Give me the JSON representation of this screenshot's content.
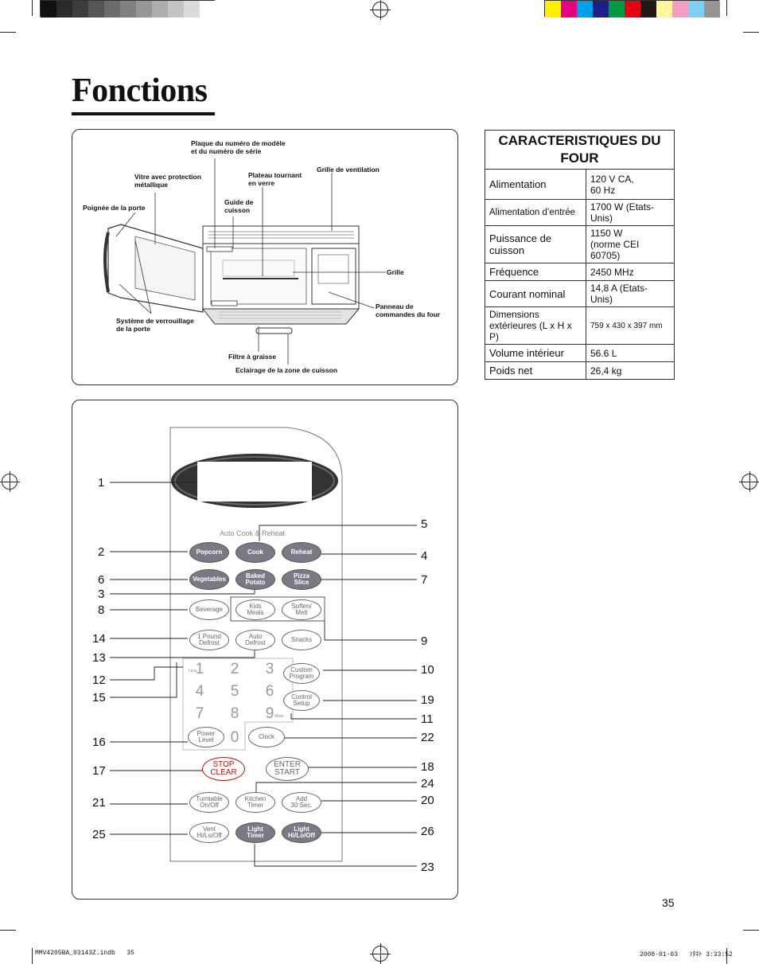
{
  "page": {
    "title": "Fonctions",
    "number": "35",
    "footer_left": "MMV4205BA_03143Z.indb   35",
    "footer_right": "2008-01-03   ｿﾀﾈﾄ 3:33:52"
  },
  "colors": {
    "gray_bar": [
      "#111111",
      "#2a2a2a",
      "#3d3d3d",
      "#555555",
      "#6b6b6b",
      "#818181",
      "#979797",
      "#adadad",
      "#c3c3c3",
      "#dadada",
      "#ffffff"
    ],
    "color_bar": [
      "#ffef00",
      "#e4007f",
      "#00a0e9",
      "#1d2088",
      "#009944",
      "#e60012",
      "#231815",
      "#fff799",
      "#f19ec2",
      "#7fcef4",
      "#959595"
    ]
  },
  "oven_diagram": {
    "labels": {
      "model_plate": "Plaque du numéro de modèle\net du numéro de série",
      "window": "Vitre avec protection\nmétallique",
      "turntable": "Plateau tournant\nen verre",
      "vent_grille": "Grille de ventilation",
      "door_handle": "Poignée de la porte",
      "cooking_guide": "Guide de\ncuisson",
      "rack": "Grille",
      "control_panel": "Panneau de\ncommandes du four",
      "door_lock": "Système de verrouillage\nde la porte",
      "grease_filter": "Filtre à graisse",
      "cooktop_light": "Eclairage de la zone de cuisson"
    }
  },
  "specs": {
    "header": "CARACTERISTIQUES DU\nFOUR",
    "rows": [
      {
        "key": "Alimentation",
        "value": "120 V CA,\n60 Hz"
      },
      {
        "key": "Alimentation d’entrée",
        "value": "1700 W (Etats-Unis)"
      },
      {
        "key": "Puissance de\ncuisson",
        "value": "1150 W\n(norme CEI 60705)"
      },
      {
        "key": "Fréquence",
        "value": "2450 MHz"
      },
      {
        "key": "Courant nominal",
        "value": "14,8 A (Etats-Unis)"
      },
      {
        "key": "Dimensions\nextérieures (L x H x P)",
        "value": "759 x 430 x 397 mm"
      },
      {
        "key": "Volume intérieur",
        "value": "56.6 L"
      },
      {
        "key": "Poids net",
        "value": "26,4 kg"
      }
    ]
  },
  "control_panel": {
    "section_label": "Auto Cook & Reheat",
    "buttons": {
      "popcorn": "Popcorn",
      "cook": "Cook",
      "reheat": "Reheat",
      "vegetables": "Vegetables",
      "baked_potato": "Baked\nPotato",
      "pizza_slice": "Pizza\nSlice",
      "beverage": "Beverage",
      "kids_meals": "Kids\nMeals",
      "soften_melt": "Soften/\nMelt",
      "pound_defrost": "1 Pound\nDefrost",
      "auto_defrost": "Auto\nDefrost",
      "snacks": "Snacks",
      "custom_program": "Custom\nProgram",
      "control_setup": "Control\nSetup",
      "power_level": "Power\nLevel",
      "clock": "Clock",
      "stop_clear": "STOP\nCLEAR",
      "enter_start": "ENTER\nSTART",
      "turntable": "Turntable\nOn/Off",
      "kitchen_timer": "Kitchen\nTimer",
      "add_30": "Add\n30 Sec.",
      "vent": "Vent\nHi/Lo/Off",
      "light_timer": "Light\nTimer",
      "light": "Light\nHi/Lo/Off"
    },
    "keypad": [
      "1",
      "2",
      "3",
      "4",
      "5",
      "6",
      "7",
      "8",
      "9",
      "0"
    ],
    "less": "Less",
    "more": "More",
    "callouts_left": [
      "1",
      "2",
      "6",
      "3",
      "8",
      "14",
      "13",
      "12",
      "15",
      "16",
      "17",
      "21",
      "25"
    ],
    "callouts_right": [
      "5",
      "4",
      "7",
      "9",
      "10",
      "19",
      "11",
      "22",
      "18",
      "24",
      "20",
      "26",
      "23"
    ]
  }
}
